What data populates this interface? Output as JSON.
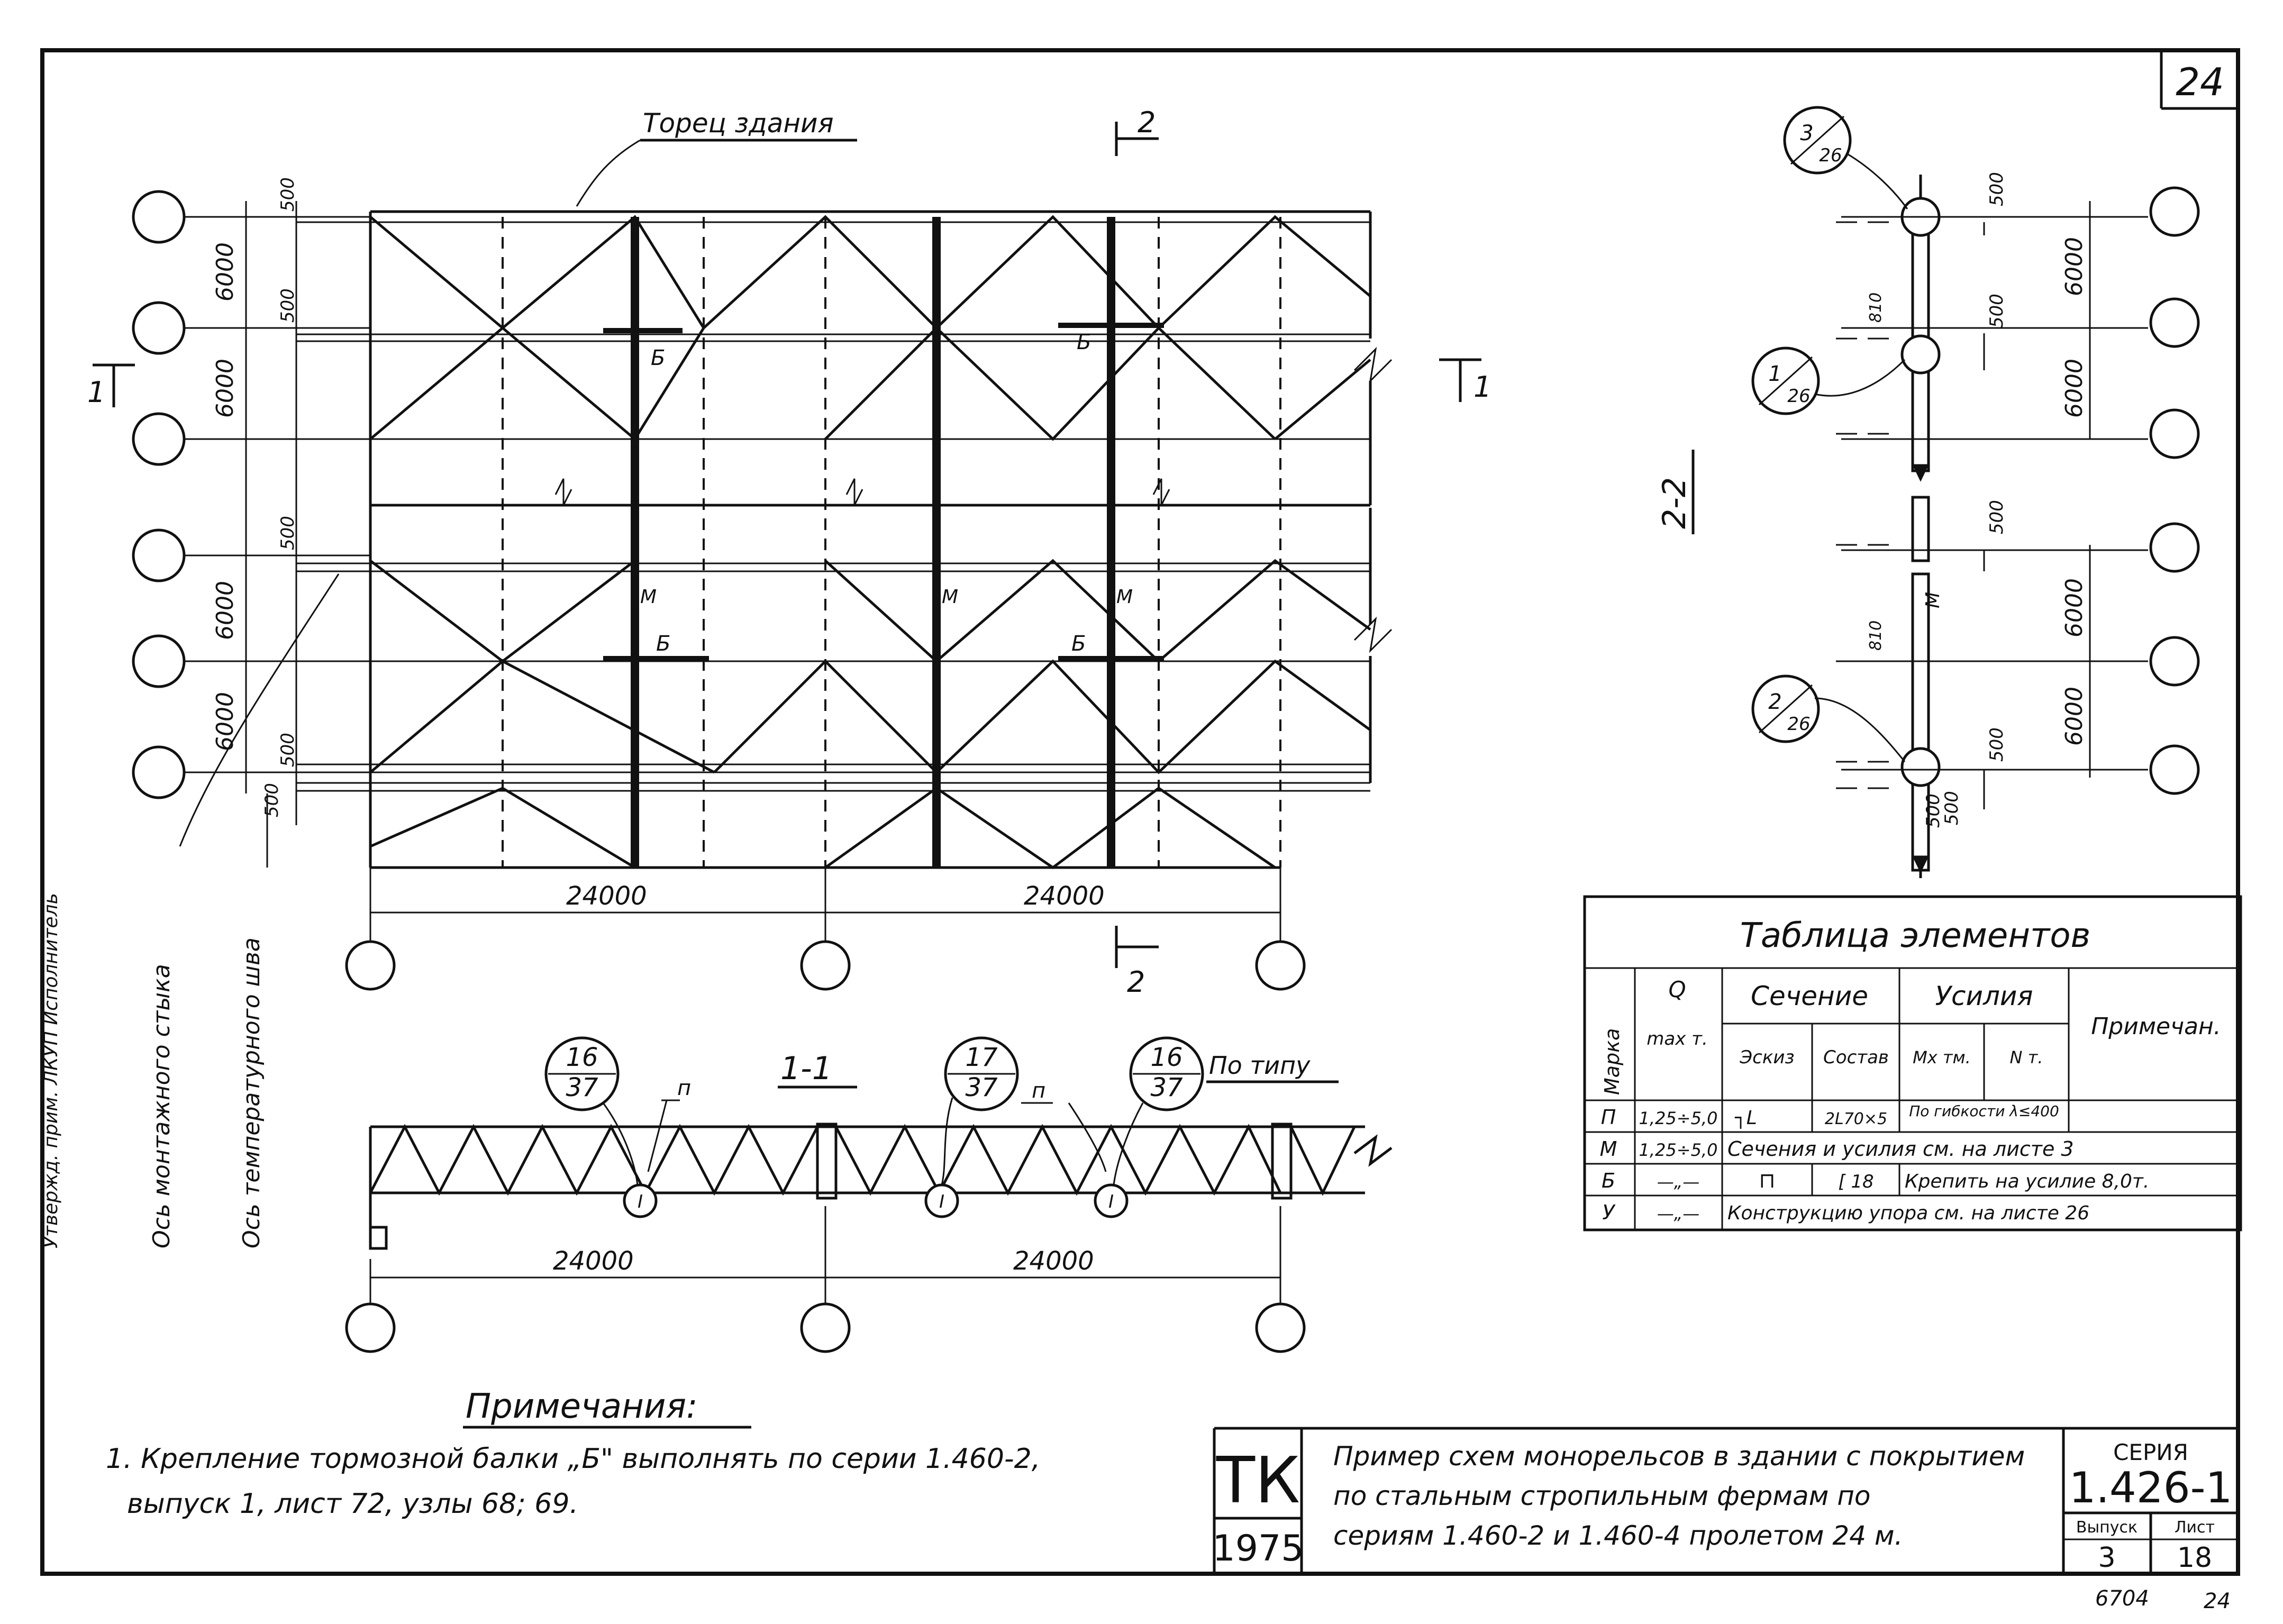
{
  "sheet_number": "24",
  "plan": {
    "title": "Торец здания",
    "dims_vertical": [
      "500",
      "6000",
      "500",
      "6000",
      "500",
      "6000",
      "6000",
      "500",
      "500"
    ],
    "dims_bottom": [
      "24000",
      "24000"
    ],
    "section_marks": {
      "top": "2",
      "bottom": "2",
      "left": "1",
      "right": "1"
    },
    "member_labels": {
      "b1": "Б",
      "b2": "Б",
      "b3": "Б",
      "b4": "Б",
      "m1": "М",
      "m2": "М",
      "m3": "М"
    },
    "axis_wall": "Ось монтажного стыка",
    "axis_temp": "Ось температурного шва"
  },
  "section11": {
    "title": "1-1",
    "by_type": "По типу",
    "node1": {
      "top": "16",
      "bottom": "37"
    },
    "node2": {
      "top": "17",
      "bottom": "37"
    },
    "node3": {
      "top": "16",
      "bottom": "37"
    },
    "marker_p1": "п",
    "marker_p2": "п",
    "i_mark": "I",
    "dims": [
      "24000",
      "24000"
    ]
  },
  "section22": {
    "title": "2-2",
    "node1": {
      "top": "3",
      "bottom": "26"
    },
    "node2": {
      "top": "1",
      "bottom": "26"
    },
    "node3": {
      "top": "2",
      "bottom": "26"
    },
    "dims": [
      "500",
      "6000",
      "810",
      "500",
      "6000",
      "500",
      "810",
      "6000",
      "500",
      "6000",
      "500",
      "500"
    ],
    "member_m": "М"
  },
  "table": {
    "title": "Таблица элементов",
    "headers": {
      "mark": "Марка",
      "q": "Q",
      "q_unit": "max т.",
      "section": "Сечение",
      "sketch": "Эскиз",
      "composition": "Состав",
      "forces": "Усилия",
      "mx": "Мх тм.",
      "n": "N т.",
      "note": "Примечан."
    },
    "rows": [
      {
        "mark": "П",
        "q": "1,25÷5,0",
        "sketch": "┐L",
        "composition": "2L70×5",
        "forces": "По гибкости λ≤400",
        "note": ""
      },
      {
        "mark": "М",
        "q": "1,25÷5,0",
        "merged": "Сечения и усилия см. на листе 3"
      },
      {
        "mark": "Б",
        "q": "—„—",
        "sketch": "⊓",
        "composition": "[ 18",
        "forces": "Крепить на усилие 8,0т."
      },
      {
        "mark": "У",
        "q": "—„—",
        "merged": "Конструкцию упора см. на листе 26"
      }
    ]
  },
  "notes": {
    "title": "Примечания:",
    "line1": "1. Крепление тормозной балки „Б\" выполнять по серии 1.460-2,",
    "line2": "выпуск 1, лист 72, узлы 68; 69."
  },
  "stamp": {
    "tk": "ТК",
    "year": "1975",
    "desc1": "Пример схем монорельсов в здании с покрытием",
    "desc2": "по стальным стропильным фермам по",
    "desc3": "сериям 1.460-2 и 1.460-4 пролетом 24 м.",
    "series_label": "СЕРИЯ",
    "series": "1.426-1",
    "issue_label": "Выпуск",
    "issue": "3",
    "sheet_label": "Лист",
    "sheet": "18",
    "bottom_code": "6704",
    "bottom_num": "24"
  },
  "margin_text": "Утвержд. прим. ЛКУП   Исполнитель"
}
